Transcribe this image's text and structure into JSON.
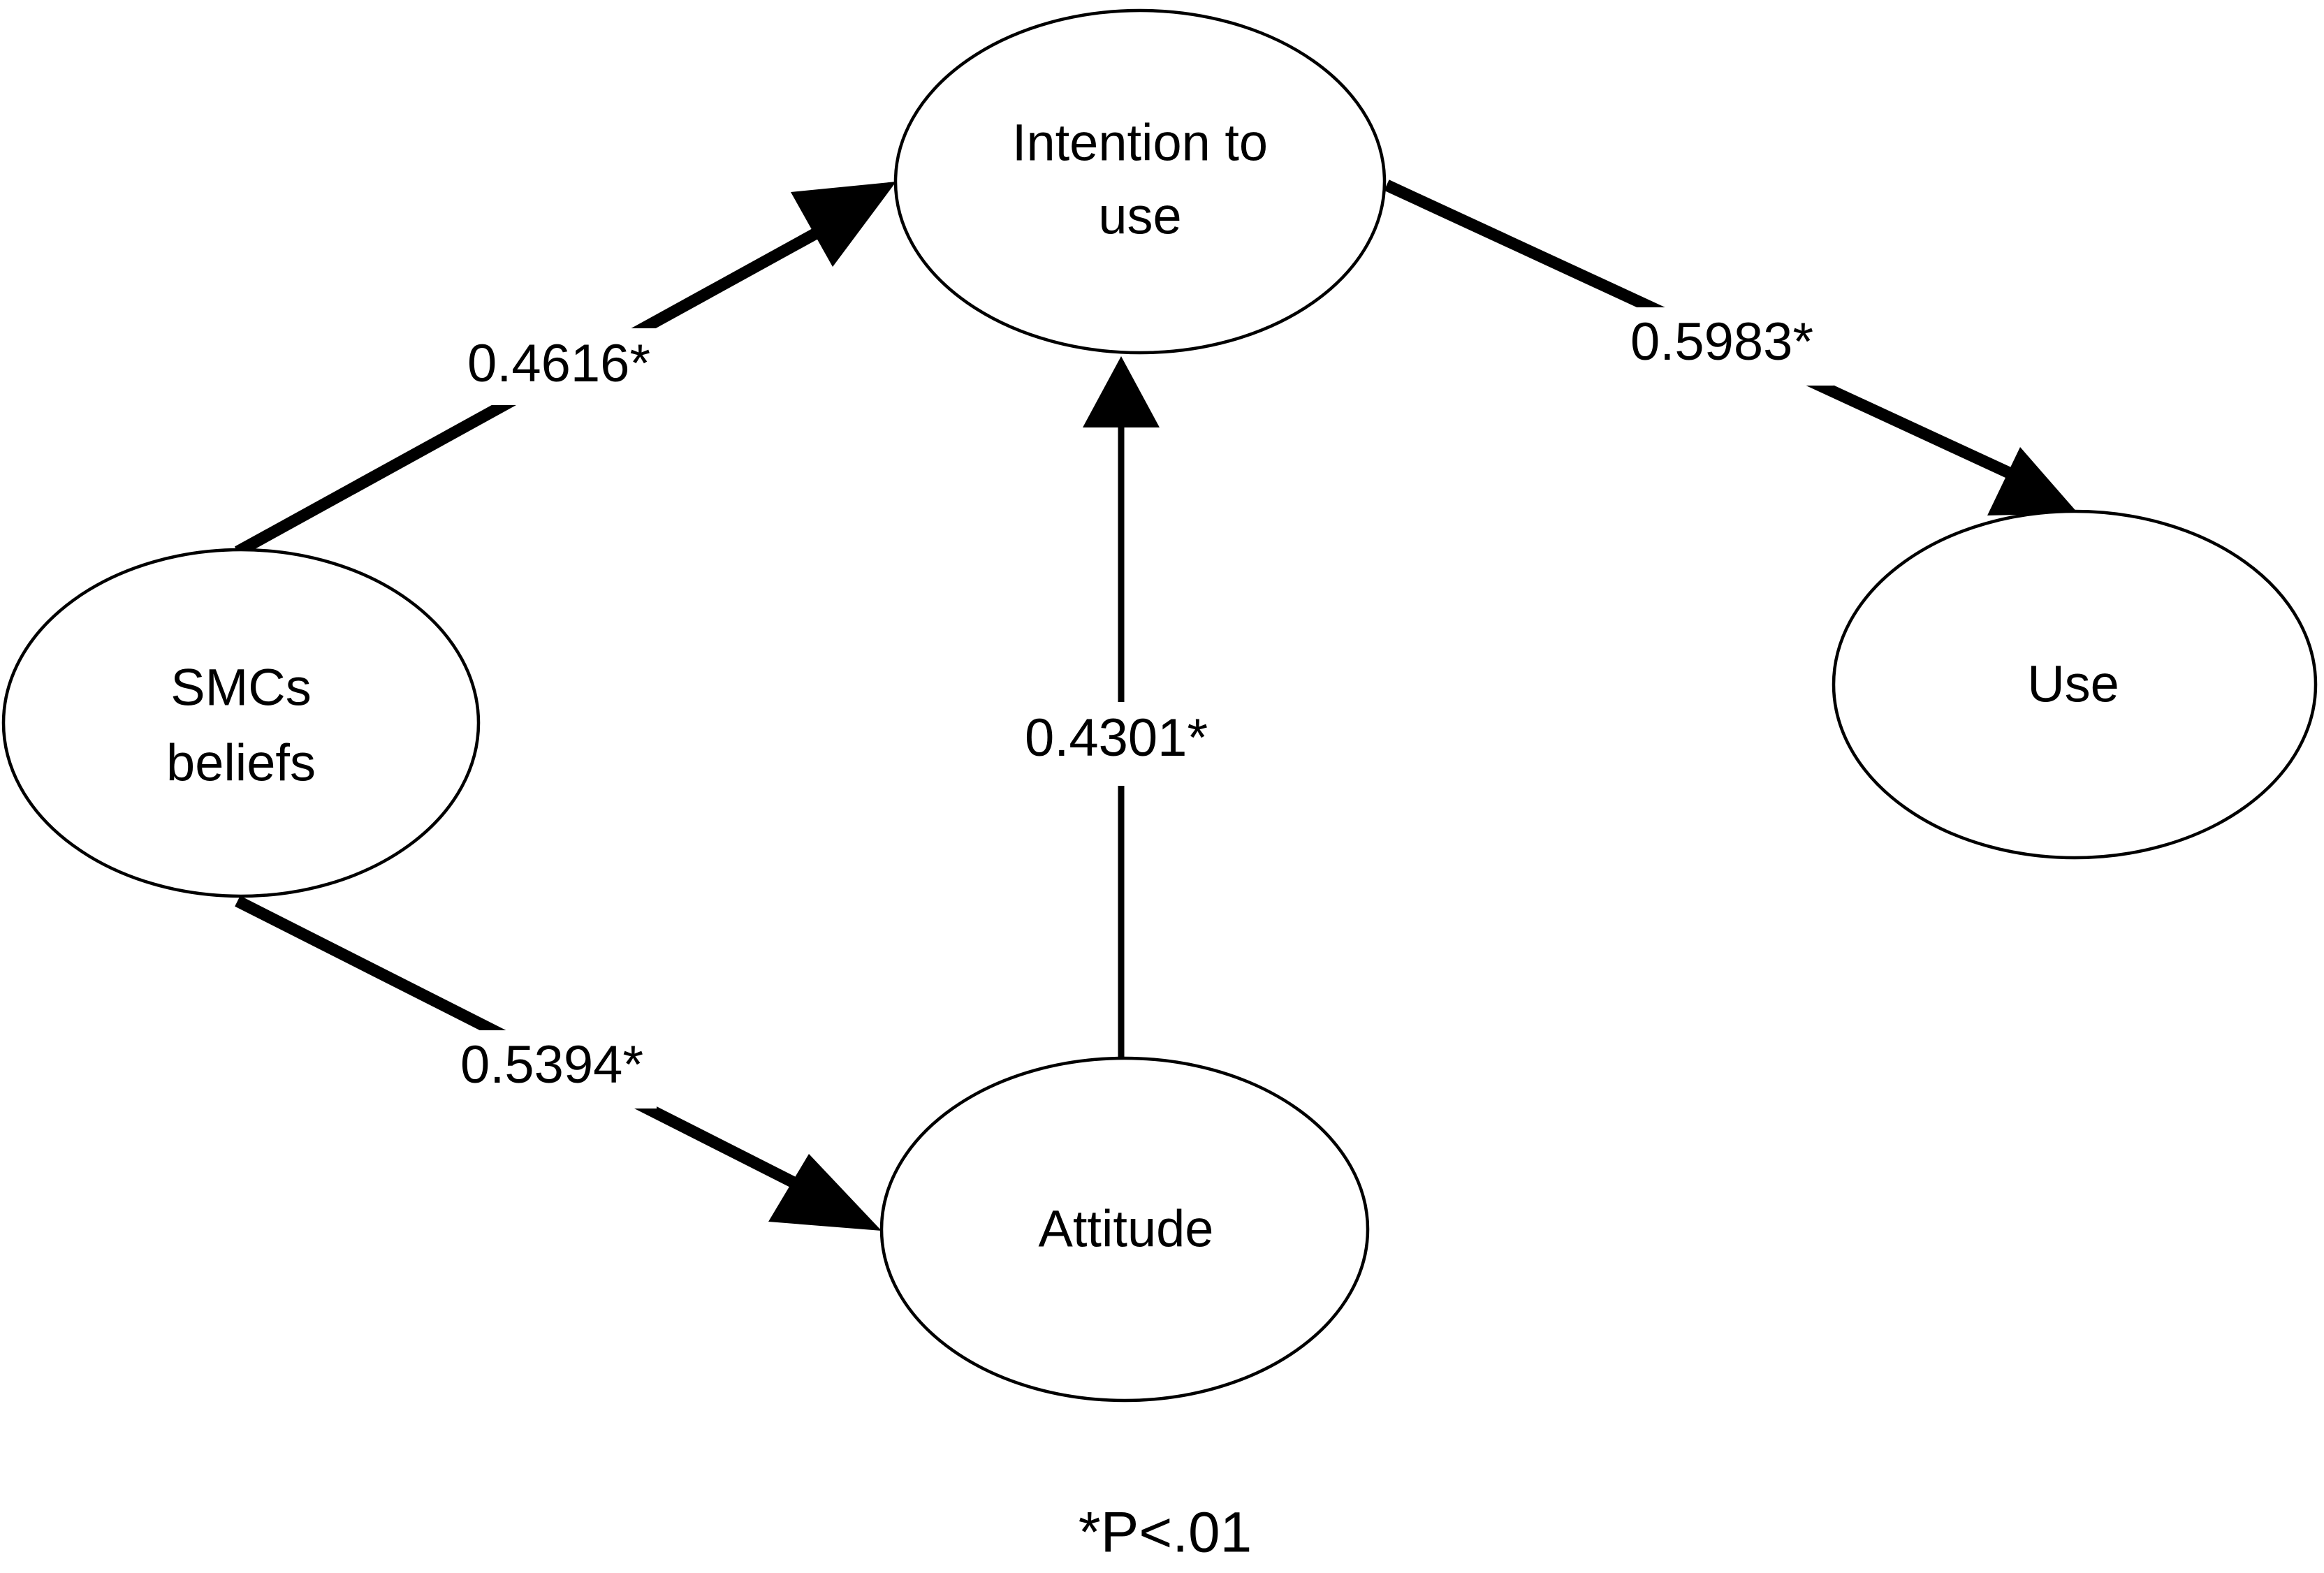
{
  "nodes": {
    "intention": {
      "line1": "Intention to",
      "line2": "use"
    },
    "smcs": {
      "line1": "SMCs",
      "line2": "beliefs"
    },
    "attitude": {
      "label": "Attitude"
    },
    "use": {
      "label": "Use"
    }
  },
  "edges": {
    "smcs_intention": {
      "label": "0.4616*"
    },
    "smcs_attitude": {
      "label": "0.5394*"
    },
    "attitude_intention": {
      "label": "0.4301*"
    },
    "intention_use": {
      "label": "0.5983*"
    }
  },
  "footnote": "*P<.01",
  "colors": {
    "stroke": "#000000",
    "background": "#ffffff"
  }
}
